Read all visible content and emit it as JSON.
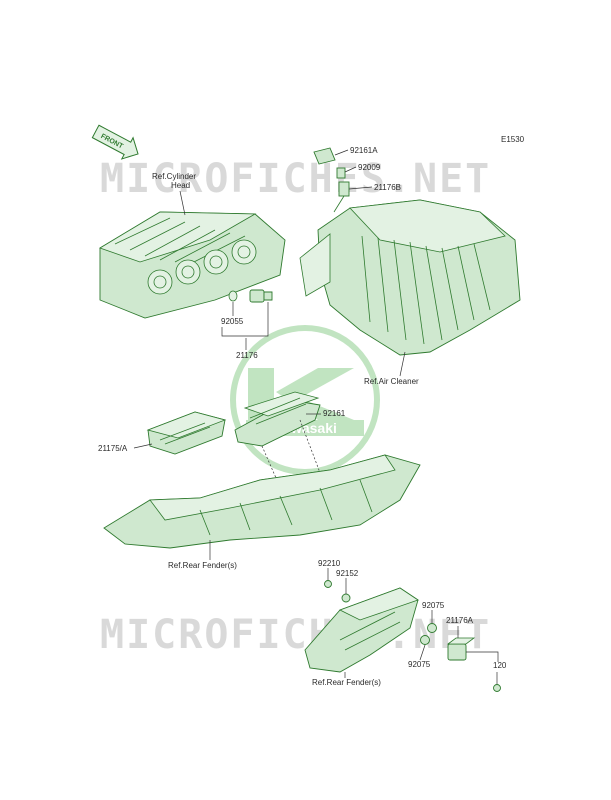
{
  "diagram_code": "E1530",
  "front_arrow": "FRONT",
  "watermark": "MICROFICHES.NET",
  "logo_text": "Kawasaki",
  "colors": {
    "part_fill": "#cfe8cf",
    "part_stroke": "#2f7a2f",
    "leader": "#333333"
  },
  "labels": {
    "ref_cylinder_head_1": "Ref.Cylinder",
    "ref_cylinder_head_2": "Head",
    "p92161A": "92161A",
    "p92009": "92009",
    "p21176B": "21176B",
    "p92055": "92055",
    "p21176": "21176",
    "ref_air_cleaner": "Ref.Air Cleaner",
    "p92161": "92161",
    "p21175A": "21175/A",
    "ref_rear_fender_1": "Ref.Rear Fender(s)",
    "p92210": "92210",
    "p92152": "92152",
    "p92075_top": "92075",
    "p21176A": "21176A",
    "p92075_bottom": "92075",
    "p120": "120",
    "ref_rear_fender_2": "Ref.Rear Fender(s)"
  }
}
